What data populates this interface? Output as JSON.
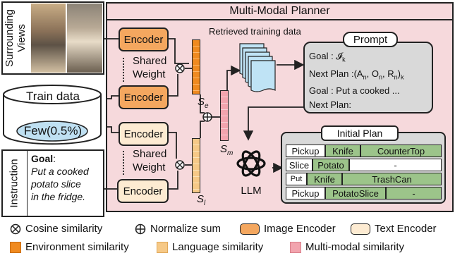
{
  "views_label_1": "Surrounding",
  "views_label_2": "Views",
  "planner_title": "Multi-Modal Planner",
  "retrieved_label": "Retrieved training data",
  "encoder_label": "Encoder",
  "shared_weight_1": "Shared",
  "shared_weight_2": "Weight",
  "train_data_label": "Train data",
  "few_label": "Few(0.5%)",
  "instruction_label": "Instruction",
  "goal_heading": "Goal",
  "goal_lines": [
    "Put a cooked",
    "potato slice",
    "in the fridge."
  ],
  "s_e": "S",
  "s_e_sub": "e",
  "s_l": "S",
  "s_l_sub": "l",
  "s_m": "S",
  "s_m_sub": "m",
  "prompt": {
    "title": "Prompt",
    "line1": "Goal : 𝓘",
    "line1_sub": "k",
    "line2_a": "Next Plan :(A",
    "line2_b": ", O",
    "line2_c": ", R",
    "line2_d": ")",
    "sub_n": "n",
    "sub_k": "k",
    "line3": "Goal : Put a cooked ...",
    "line4": "Next Plan:"
  },
  "llm_label": "LLM",
  "initial_plan": {
    "title": "Initial Plan",
    "rows": [
      [
        "Pickup",
        "Knife",
        "CounterTop"
      ],
      [
        "Slice",
        "Potato",
        "-"
      ],
      [
        "Put",
        "Knife",
        "TrashCan"
      ],
      [
        "Pickup",
        "PotatoSlice",
        "-"
      ]
    ]
  },
  "legend": {
    "cosine": "Cosine similarity",
    "normalize": "Normalize sum",
    "image_encoder": "Image Encoder",
    "text_encoder": "Text Encoder",
    "env_sim": "Environment similarity",
    "lang_sim": "Language similarity",
    "mm_sim": "Multi-modal similarity"
  },
  "colors": {
    "planner_bg": "#f6d9dc",
    "image_encoder": "#f4a75f",
    "text_encoder": "#fdebd2",
    "env": "#f08a20",
    "lang": "#f6c987",
    "mm": "#f2a4ae",
    "plan_cell": "#9cc48a",
    "prompt_bg": "#d9d9d9"
  }
}
